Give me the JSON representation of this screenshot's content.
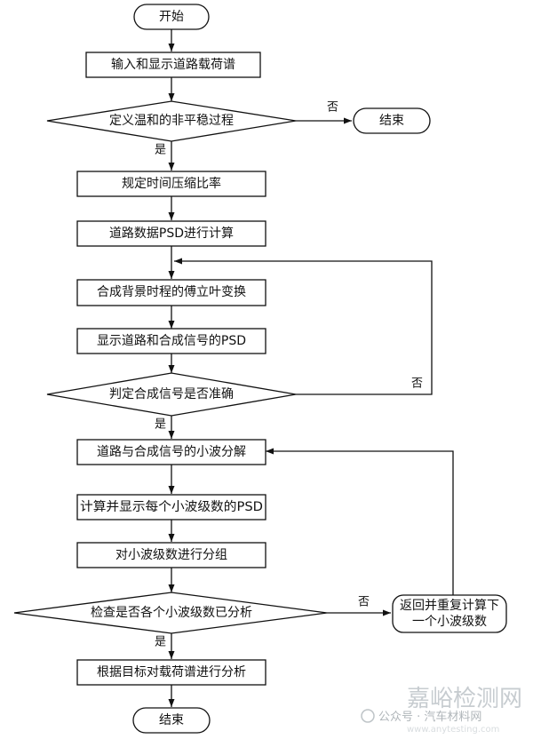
{
  "nodes": {
    "start": "开始",
    "input": "输入和显示道路载荷谱",
    "define": "定义温和的非平稳过程",
    "end_top": "结束",
    "time_compress": "规定时间压缩比率",
    "psd_calc": "道路数据PSD进行计算",
    "fourier": "合成背景时程的傅立叶变换",
    "show_psd": "显示道路和合成信号的PSD",
    "judge": "判定合成信号是否准确",
    "wavelet": "道路与合成信号的小波分解",
    "calc_psd": "计算并显示每个小波级数的PSD",
    "group": "对小波级数进行分组",
    "check": "检查是否各个小波级数已分析",
    "return_line1": "返回并重复计算下",
    "return_line2": "一个小波级数",
    "analyze": "根据目标对载荷谱进行分析",
    "end_bottom": "结束"
  },
  "edges": {
    "define_no": "否",
    "define_yes": "是",
    "judge_no": "否",
    "judge_yes": "是",
    "check_no": "否",
    "check_yes": "是"
  },
  "watermark": {
    "brand": "嘉峪检测网",
    "line": "公众号 · 汽车材料网",
    "url": "www.anytesting.com"
  }
}
